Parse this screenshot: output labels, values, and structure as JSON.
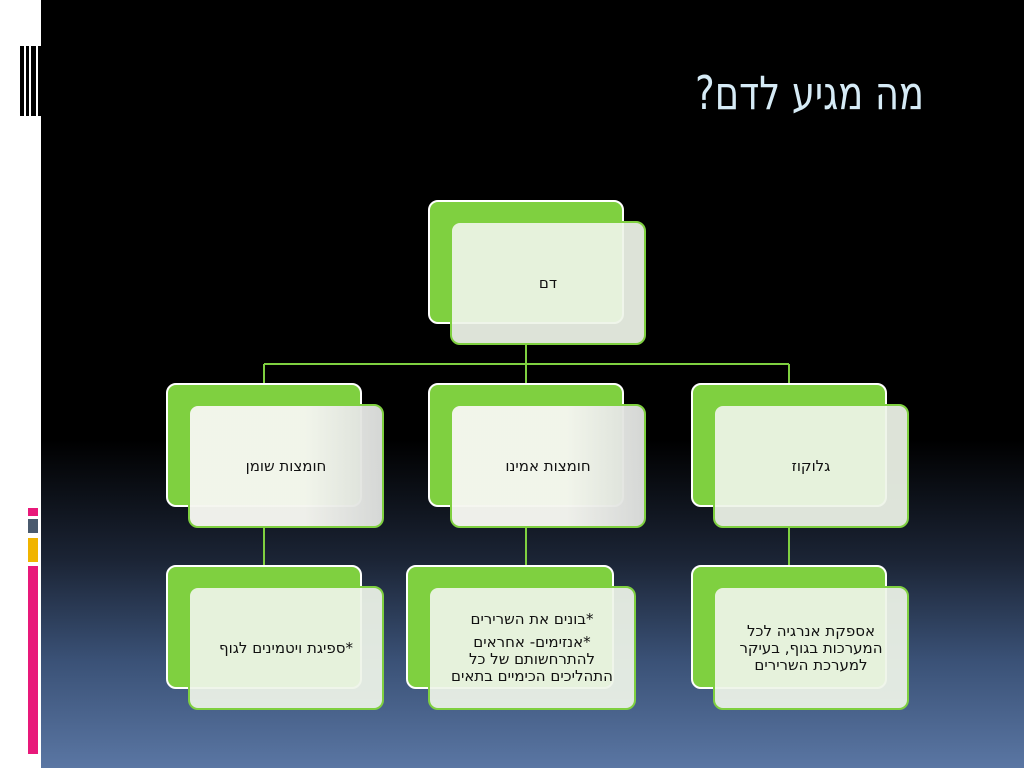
{
  "title": "מה מגיע לדם?",
  "diagram": {
    "root": {
      "label": "דם"
    },
    "level2": [
      {
        "label": "גלוקוז"
      },
      {
        "label": "חומצות אמינו"
      },
      {
        "label": "חומצות שומן"
      }
    ],
    "level3": [
      {
        "label": "אספקת אנרגיה לכל המערכות בגוף, בעיקר למערכת השרירים"
      },
      {
        "line1": "*בונים את השרירים",
        "line2": "*אנזימים- אחראים להתרחשותם של כל התהליכים הכימיים בתאים"
      },
      {
        "label": "*ספיגת ויטמינים לגוף"
      }
    ]
  },
  "colors": {
    "node_fill": "#7fd040",
    "node_front": "#eef4e8",
    "connector": "#7fd040",
    "title": "#d6ebf6",
    "accent_pink": "#e8197a",
    "accent_gray": "#4a5a6e",
    "accent_yellow": "#f0b400"
  }
}
